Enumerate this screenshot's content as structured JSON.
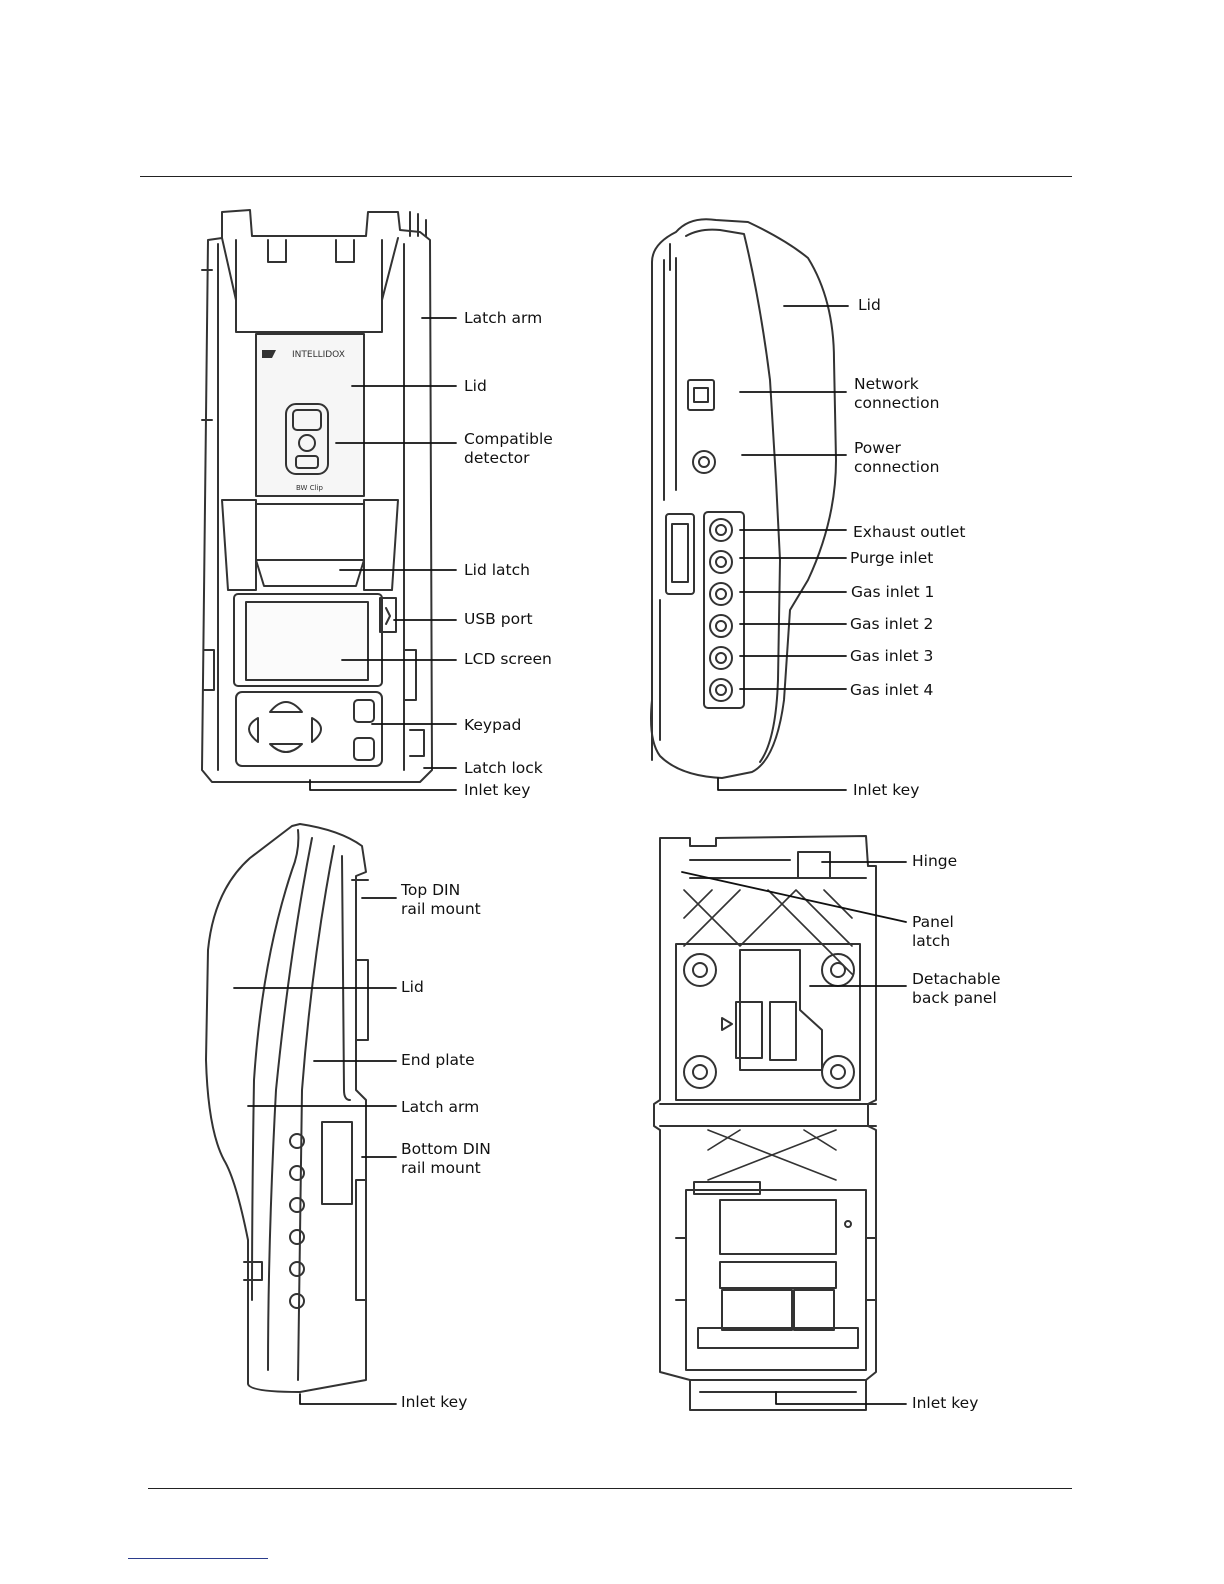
{
  "device": {
    "brand_text": "INTELLIDOX",
    "detector_text": "BW Clip"
  },
  "front_view": {
    "labels": {
      "latch_arm": "Latch arm",
      "lid": "Lid",
      "compatible_detector": [
        "Compatible",
        "detector"
      ],
      "lid_latch": "Lid latch",
      "usb_port": "USB port",
      "lcd_screen": "LCD screen",
      "keypad": "Keypad",
      "latch_lock": "Latch lock",
      "inlet_key": "Inlet key"
    }
  },
  "right_side_view": {
    "labels": {
      "lid": "Lid",
      "network_connection": [
        "Network",
        "connection"
      ],
      "power_connection": [
        "Power",
        "connection"
      ],
      "exhaust_outlet": "Exhaust outlet",
      "purge_inlet": "Purge inlet",
      "gas_inlet_1": "Gas inlet 1",
      "gas_inlet_2": "Gas inlet 2",
      "gas_inlet_3": "Gas inlet 3",
      "gas_inlet_4": "Gas inlet 4",
      "inlet_key": "Inlet key"
    }
  },
  "left_side_view": {
    "labels": {
      "top_din_rail_mount": [
        "Top DIN",
        "rail mount"
      ],
      "lid": "Lid",
      "end_plate": "End plate",
      "latch_arm": "Latch arm",
      "bottom_din_rail_mount": [
        "Bottom DIN",
        "rail mount"
      ],
      "inlet_key": "Inlet key"
    }
  },
  "back_view": {
    "labels": {
      "hinge": "Hinge",
      "panel_latch": [
        "Panel",
        "latch"
      ],
      "detachable_back_panel": [
        "Detachable",
        "back panel"
      ],
      "inlet_key": "Inlet key"
    }
  }
}
